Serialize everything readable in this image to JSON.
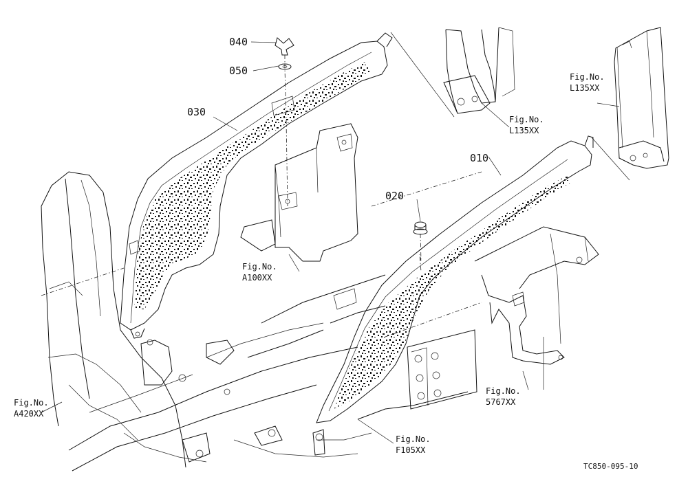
{
  "diagram": {
    "part_numbers": {
      "p010": "010",
      "p020": "020",
      "p030": "030",
      "p040": "040",
      "p050": "050"
    },
    "fig_refs": {
      "l135_mid": [
        "Fig.No.",
        "L135XX"
      ],
      "l135_right": [
        "Fig.No.",
        "L135XX"
      ],
      "a100": [
        "Fig.No.",
        "A100XX"
      ],
      "a420": [
        "Fig.No.",
        "A420XX"
      ],
      "f105": [
        "Fig.No.",
        "F105XX"
      ],
      "s5767": [
        "Fig.No.",
        "5767XX"
      ]
    },
    "drawing_code": "TC850-095-10"
  }
}
